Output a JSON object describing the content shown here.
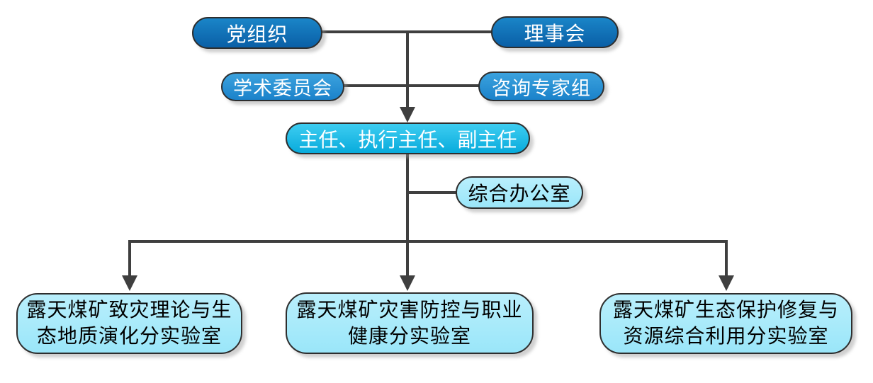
{
  "diagram": {
    "type": "org-chart",
    "nodes": {
      "party": {
        "label": "党组织"
      },
      "council": {
        "label": "理事会"
      },
      "academic": {
        "label": "学术委员会"
      },
      "advisory": {
        "label": "咨询专家组"
      },
      "directors": {
        "label": "主任、执行主任、副主任"
      },
      "office": {
        "label": "综合办公室"
      },
      "lab1": {
        "label": "露天煤矿致灾理论与生\n态地质演化分实验室"
      },
      "lab2": {
        "label": "露天煤矿灾害防控与职业\n健康分实验室"
      },
      "lab3": {
        "label": "露天煤矿生态保护修复与\n资源综合利用分实验室"
      }
    },
    "colors": {
      "pill_dark_blue_top": "#1a85c8",
      "pill_dark_blue_bottom": "#0a5fa6",
      "pill_medium_blue_top": "#3ba2de",
      "pill_medium_blue_bottom": "#1b82ca",
      "pill_cyan_top": "#3ecdf1",
      "pill_cyan_bottom": "#08abdc",
      "box_light_cyan": "#a3eafb",
      "connector_line": "#3f3f3f",
      "text_on_blue": "#ffffff",
      "text_on_light": "#000000"
    }
  }
}
